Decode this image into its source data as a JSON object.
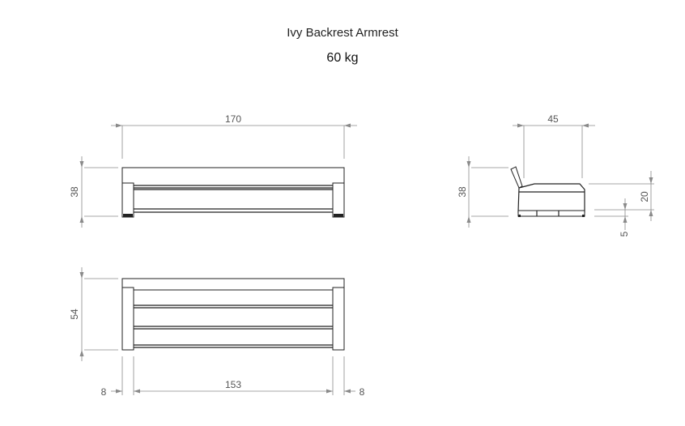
{
  "title": "Ivy Backrest Armrest",
  "weight": "60 kg",
  "dimensions": {
    "front_width": "170",
    "front_height": "38",
    "side_depth": "45",
    "side_height": "38",
    "side_seat_height": "20",
    "side_small": "5",
    "top_depth": "54",
    "top_inner_width": "153",
    "top_left_offset": "8",
    "top_right_offset": "8"
  }
}
